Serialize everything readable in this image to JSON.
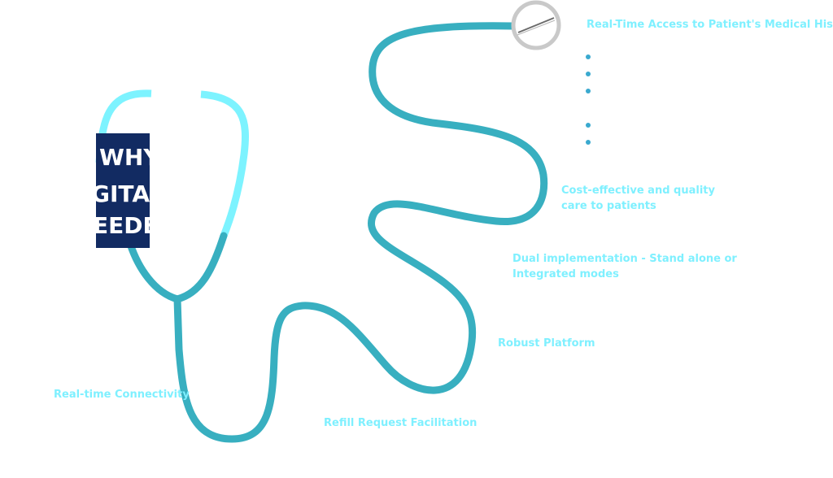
{
  "colors": {
    "background": "#ffffff",
    "tube": "#38afc0",
    "earpiece": "#7df3ff",
    "label_text": "#7ff0ff",
    "title_box": "#122b62",
    "title_text": "#ffffff",
    "dot": "#3aa9cf",
    "chestpiece_ring": "#c9c9c9"
  },
  "title_block": {
    "lines": [
      "WHY",
      "GITAL",
      "EEDE"
    ]
  },
  "labels": {
    "real_time_access": "Real-Time Access to Patient's Medical History",
    "cost_effective_line1": "Cost-effective and quality",
    "cost_effective_line2": "care to patients",
    "dual_line1": "Dual implementation - Stand alone or",
    "dual_line2": "Integrated modes",
    "robust": "Robust Platform",
    "refill": "Refill Request Facilitation",
    "connectivity": "Real-time Connectivity"
  },
  "bullet_icons": [
    "dot-icon",
    "dot-icon",
    "dot-icon",
    "dot-icon",
    "dot-icon"
  ]
}
